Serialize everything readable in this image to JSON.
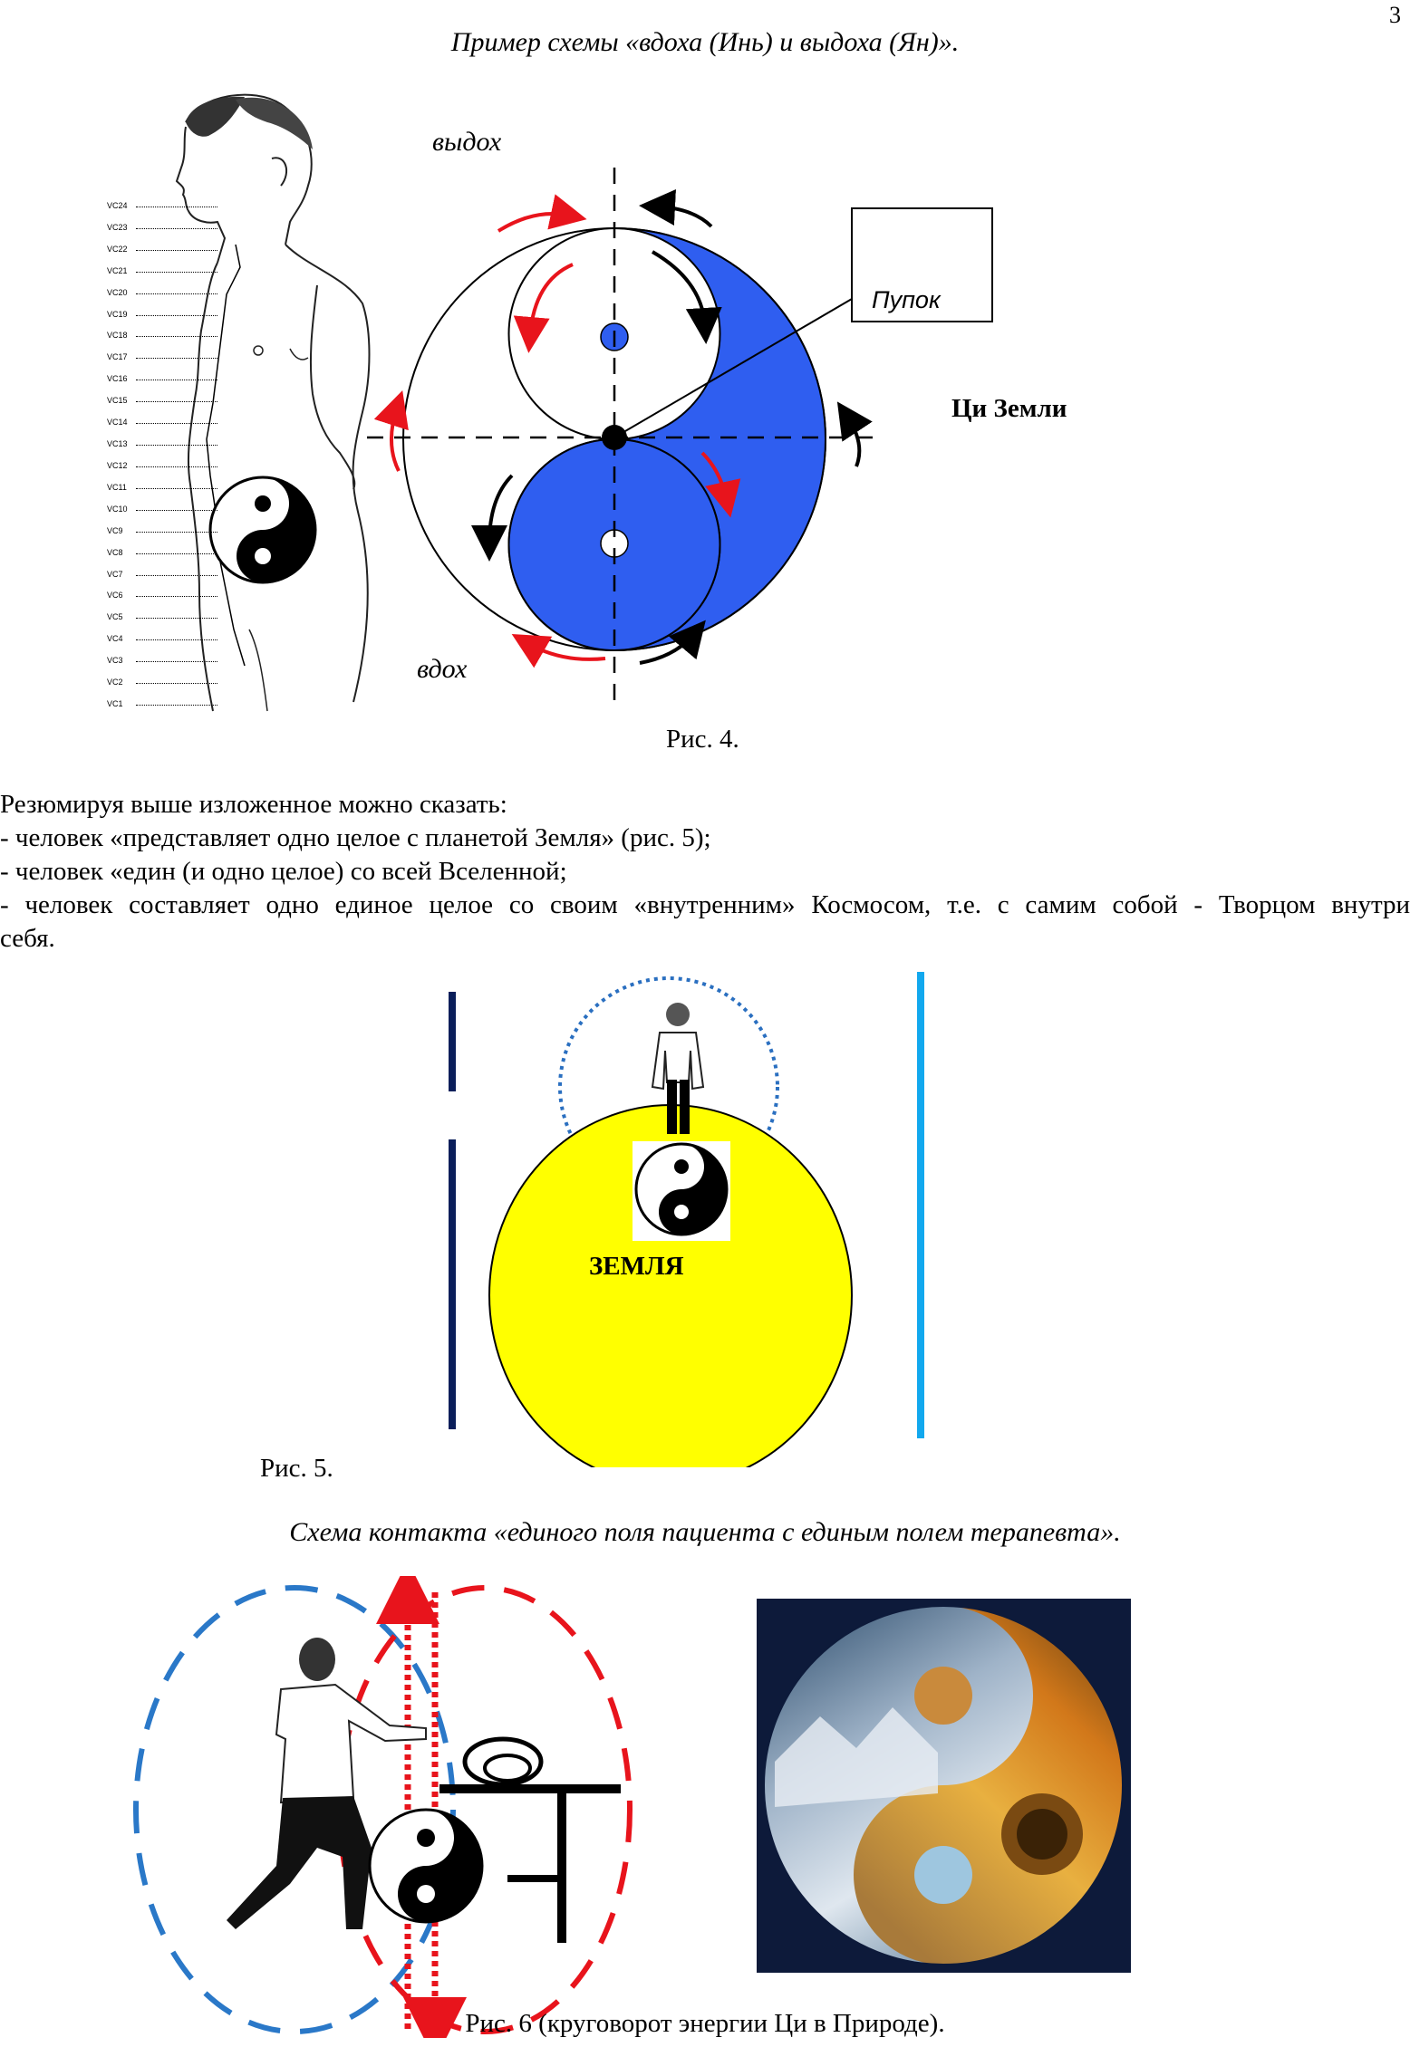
{
  "page_number": "3",
  "fig4": {
    "title": "Пример схемы «вдоха (Инь) и выдоха (Ян)».",
    "label_exhale": "выдох",
    "label_inhale": "вдох",
    "label_navel": "Пупок",
    "label_earth_qi": "Ци Земли",
    "caption": "Рис. 4.",
    "vc_points": [
      "VC24",
      "VC23",
      "VC22",
      "VC21",
      "VC20",
      "VC19",
      "VC18",
      "VC17",
      "VC16",
      "VC15",
      "VC14",
      "VC13",
      "VC12",
      "VC11",
      "VC10",
      "VC9",
      "VC8",
      "VC7",
      "VC6",
      "VC5",
      "VC4",
      "VC3",
      "VC2",
      "VC1"
    ],
    "colors": {
      "yin_blue": "#2f5ef0",
      "arrow_red": "#e8141c",
      "arrow_black": "#000000"
    }
  },
  "summary": {
    "intro": "Резюмируя выше изложенное можно сказать:",
    "item1": "- человек «представляет одно целое с планетой Земля» (рис. 5);",
    "item2": "- человек «един (и одно целое) со всей Вселенной;",
    "item3_line1": "- человек составляет одно единое целое со своим «внутренним» Космосом, т.е. с самим собой - Творцом внутри",
    "item3_line2": "себя."
  },
  "fig5": {
    "earth_label": "ЗЕМЛЯ",
    "caption": "Рис. 5.",
    "colors": {
      "earth_yellow": "#ffff00",
      "left_bar": "#0a1e5a",
      "right_bar": "#12a8ee",
      "aura": "#2a6fc0"
    }
  },
  "fig6": {
    "title": "Схема контакта «единого поля пациента с единым полем терапевта».",
    "caption": "Рис. 6 (круговорот энергии Ци в Природе).",
    "colors": {
      "blue_dash": "#2a78c8",
      "red_dash": "#e8141c"
    }
  }
}
